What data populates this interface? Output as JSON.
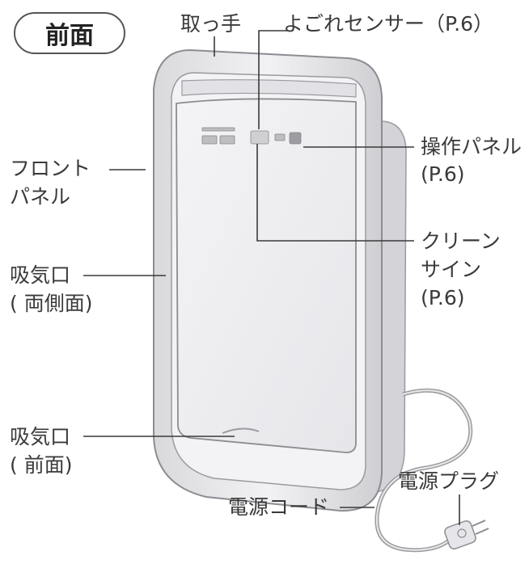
{
  "section_badge": "前面",
  "labels": {
    "handle": "取っ手",
    "dirt_sensor": "よごれセンサー（P.6）",
    "control_panel_1": "操作パネル",
    "control_panel_2": "(P.6)",
    "front_panel_1": "フロント",
    "front_panel_2": "パネル",
    "side_intake_1": "吸気口",
    "side_intake_2": "( 両側面)",
    "clean_sign_1": "クリーン",
    "clean_sign_2": "サイン",
    "clean_sign_3": "(P.6)",
    "front_intake_1": "吸気口",
    "front_intake_2": "( 前面)",
    "power_cord": "電源コード",
    "power_plug": "電源プラグ"
  }
}
